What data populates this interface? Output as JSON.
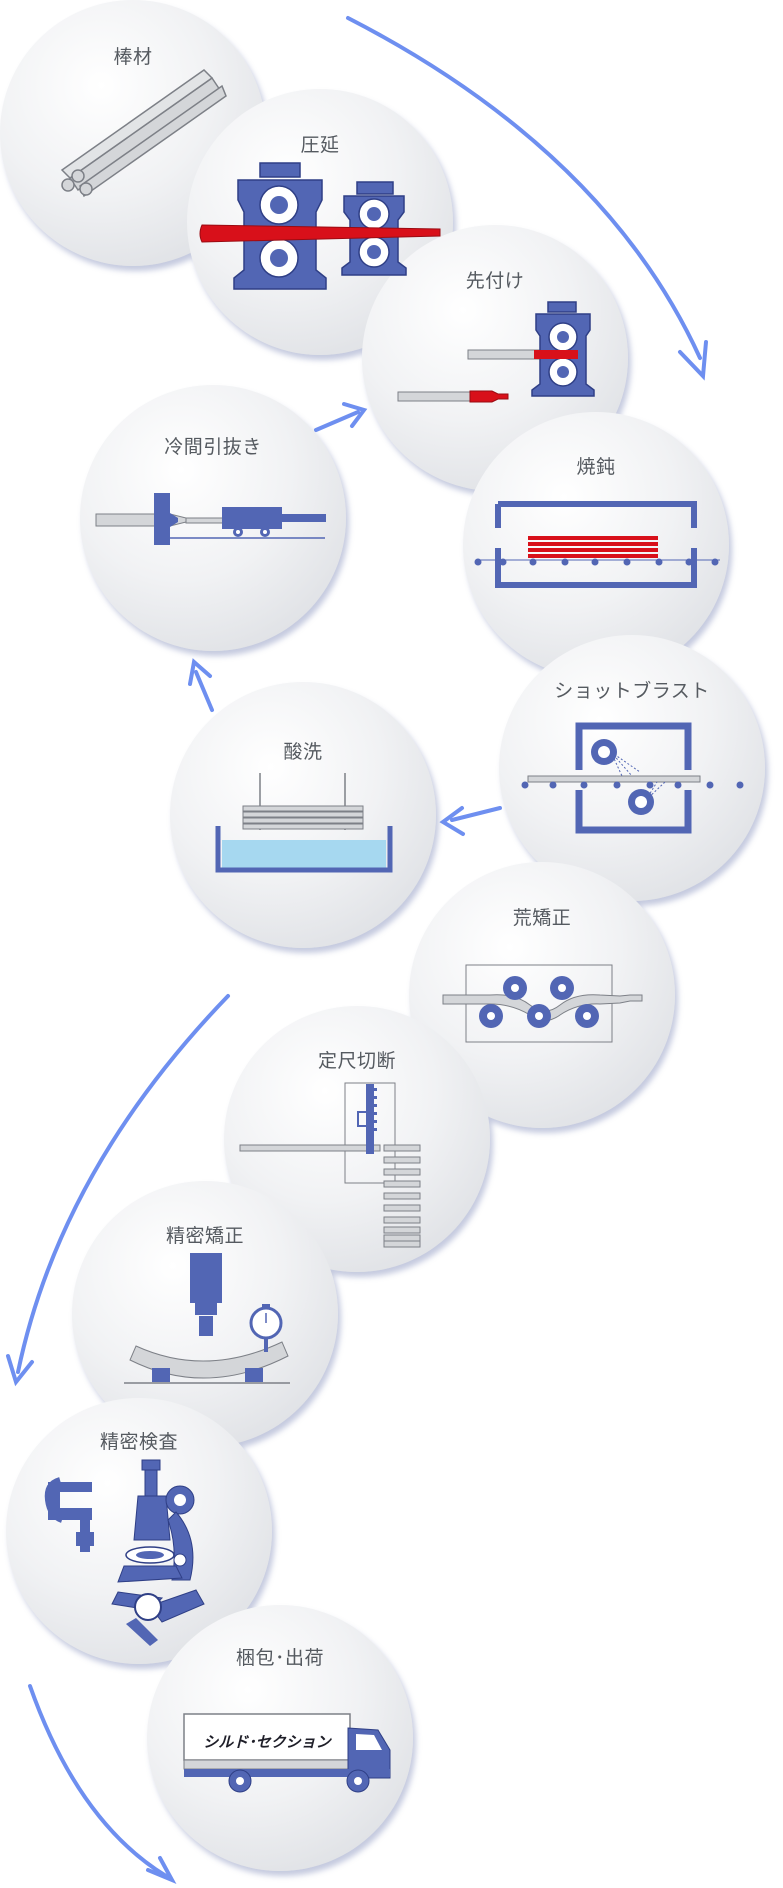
{
  "steps": [
    {
      "label": "棒材",
      "icon": "bar-stock-icon"
    },
    {
      "label": "圧延",
      "icon": "rolling-mill-icon"
    },
    {
      "label": "先付け",
      "icon": "pointing-machine-icon"
    },
    {
      "label": "焼鈍",
      "icon": "annealing-furnace-icon"
    },
    {
      "label": "ショットブラスト",
      "icon": "shot-blast-icon"
    },
    {
      "label": "酸洗",
      "icon": "pickling-tank-icon"
    },
    {
      "label": "冷間引抜き",
      "icon": "cold-drawing-icon"
    },
    {
      "label": "荒矯正",
      "icon": "rough-straightening-icon"
    },
    {
      "label": "定尺切断",
      "icon": "cut-to-length-icon"
    },
    {
      "label": "精密矯正",
      "icon": "precision-straightening-icon"
    },
    {
      "label": "精密検査",
      "icon": "precision-inspection-icon"
    },
    {
      "label": "梱包･出荷",
      "icon": "truck-icon"
    }
  ],
  "truck_text": "シルド･セクション",
  "colors": {
    "arrow": "#6e8ff0",
    "machine": "#5266b4",
    "hot_bar": "#d8101a",
    "bar": "#d4d6d9",
    "water": "#a6d8f0",
    "circle_edge": "#a9b3d6"
  }
}
